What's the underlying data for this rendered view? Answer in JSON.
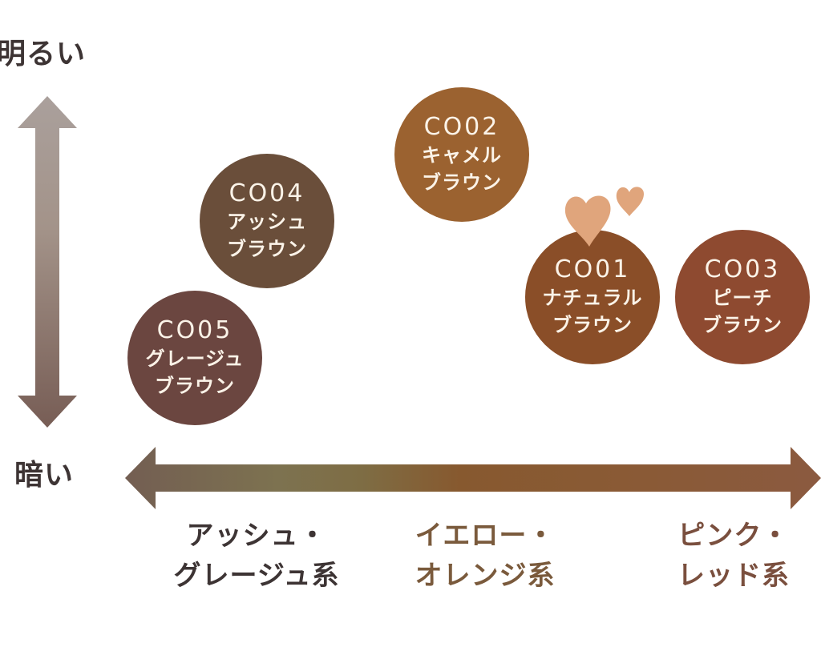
{
  "axes": {
    "vertical": {
      "top_label": "明るい",
      "bottom_label": "暗い"
    },
    "horizontal": {
      "categories": [
        {
          "line1": "アッシュ・",
          "line2": "グレージュ系",
          "color": "#3d3434"
        },
        {
          "line1": "イエロー・",
          "line2": "オレンジ系",
          "color": "#7a5a3c"
        },
        {
          "line1": "ピンク・",
          "line2": "レッド系",
          "color": "#7a4f3e"
        }
      ]
    }
  },
  "colors": {
    "v_arrow_top": "#aaa09c",
    "v_arrow_bottom": "#7a6058",
    "h_arrow_left": "#735e52",
    "h_arrow_mid_left": "#7d7148",
    "h_arrow_mid": "#8a5a2e",
    "h_arrow_right": "#8b5a40",
    "heart": "#e0a57c",
    "circle_text": "#fbf3e8"
  },
  "products": [
    {
      "code": "CO01",
      "name_line1": "ナチュラル",
      "name_line2": "ブラウン",
      "color": "#8a4e28",
      "hue": "イエロー・オレンジ系",
      "brightness": "中間"
    },
    {
      "code": "CO02",
      "name_line1": "キャメル",
      "name_line2": "ブラウン",
      "color": "#9b6230",
      "hue": "イエロー・オレンジ系",
      "brightness": "明るい"
    },
    {
      "code": "CO03",
      "name_line1": "ピーチ",
      "name_line2": "ブラウン",
      "color": "#8e4a30",
      "hue": "ピンク・レッド系",
      "brightness": "中間"
    },
    {
      "code": "CO04",
      "name_line1": "アッシュ",
      "name_line2": "ブラウン",
      "color": "#6a4e3a",
      "hue": "アッシュ・グレージュ系",
      "brightness": "やや明るい"
    },
    {
      "code": "CO05",
      "name_line1": "グレージュ",
      "name_line2": "ブラウン",
      "color": "#6b4640",
      "hue": "アッシュ・グレージュ系",
      "brightness": "暗め"
    }
  ],
  "decorations": {
    "hearts": [
      "heart-large",
      "heart-small"
    ]
  }
}
